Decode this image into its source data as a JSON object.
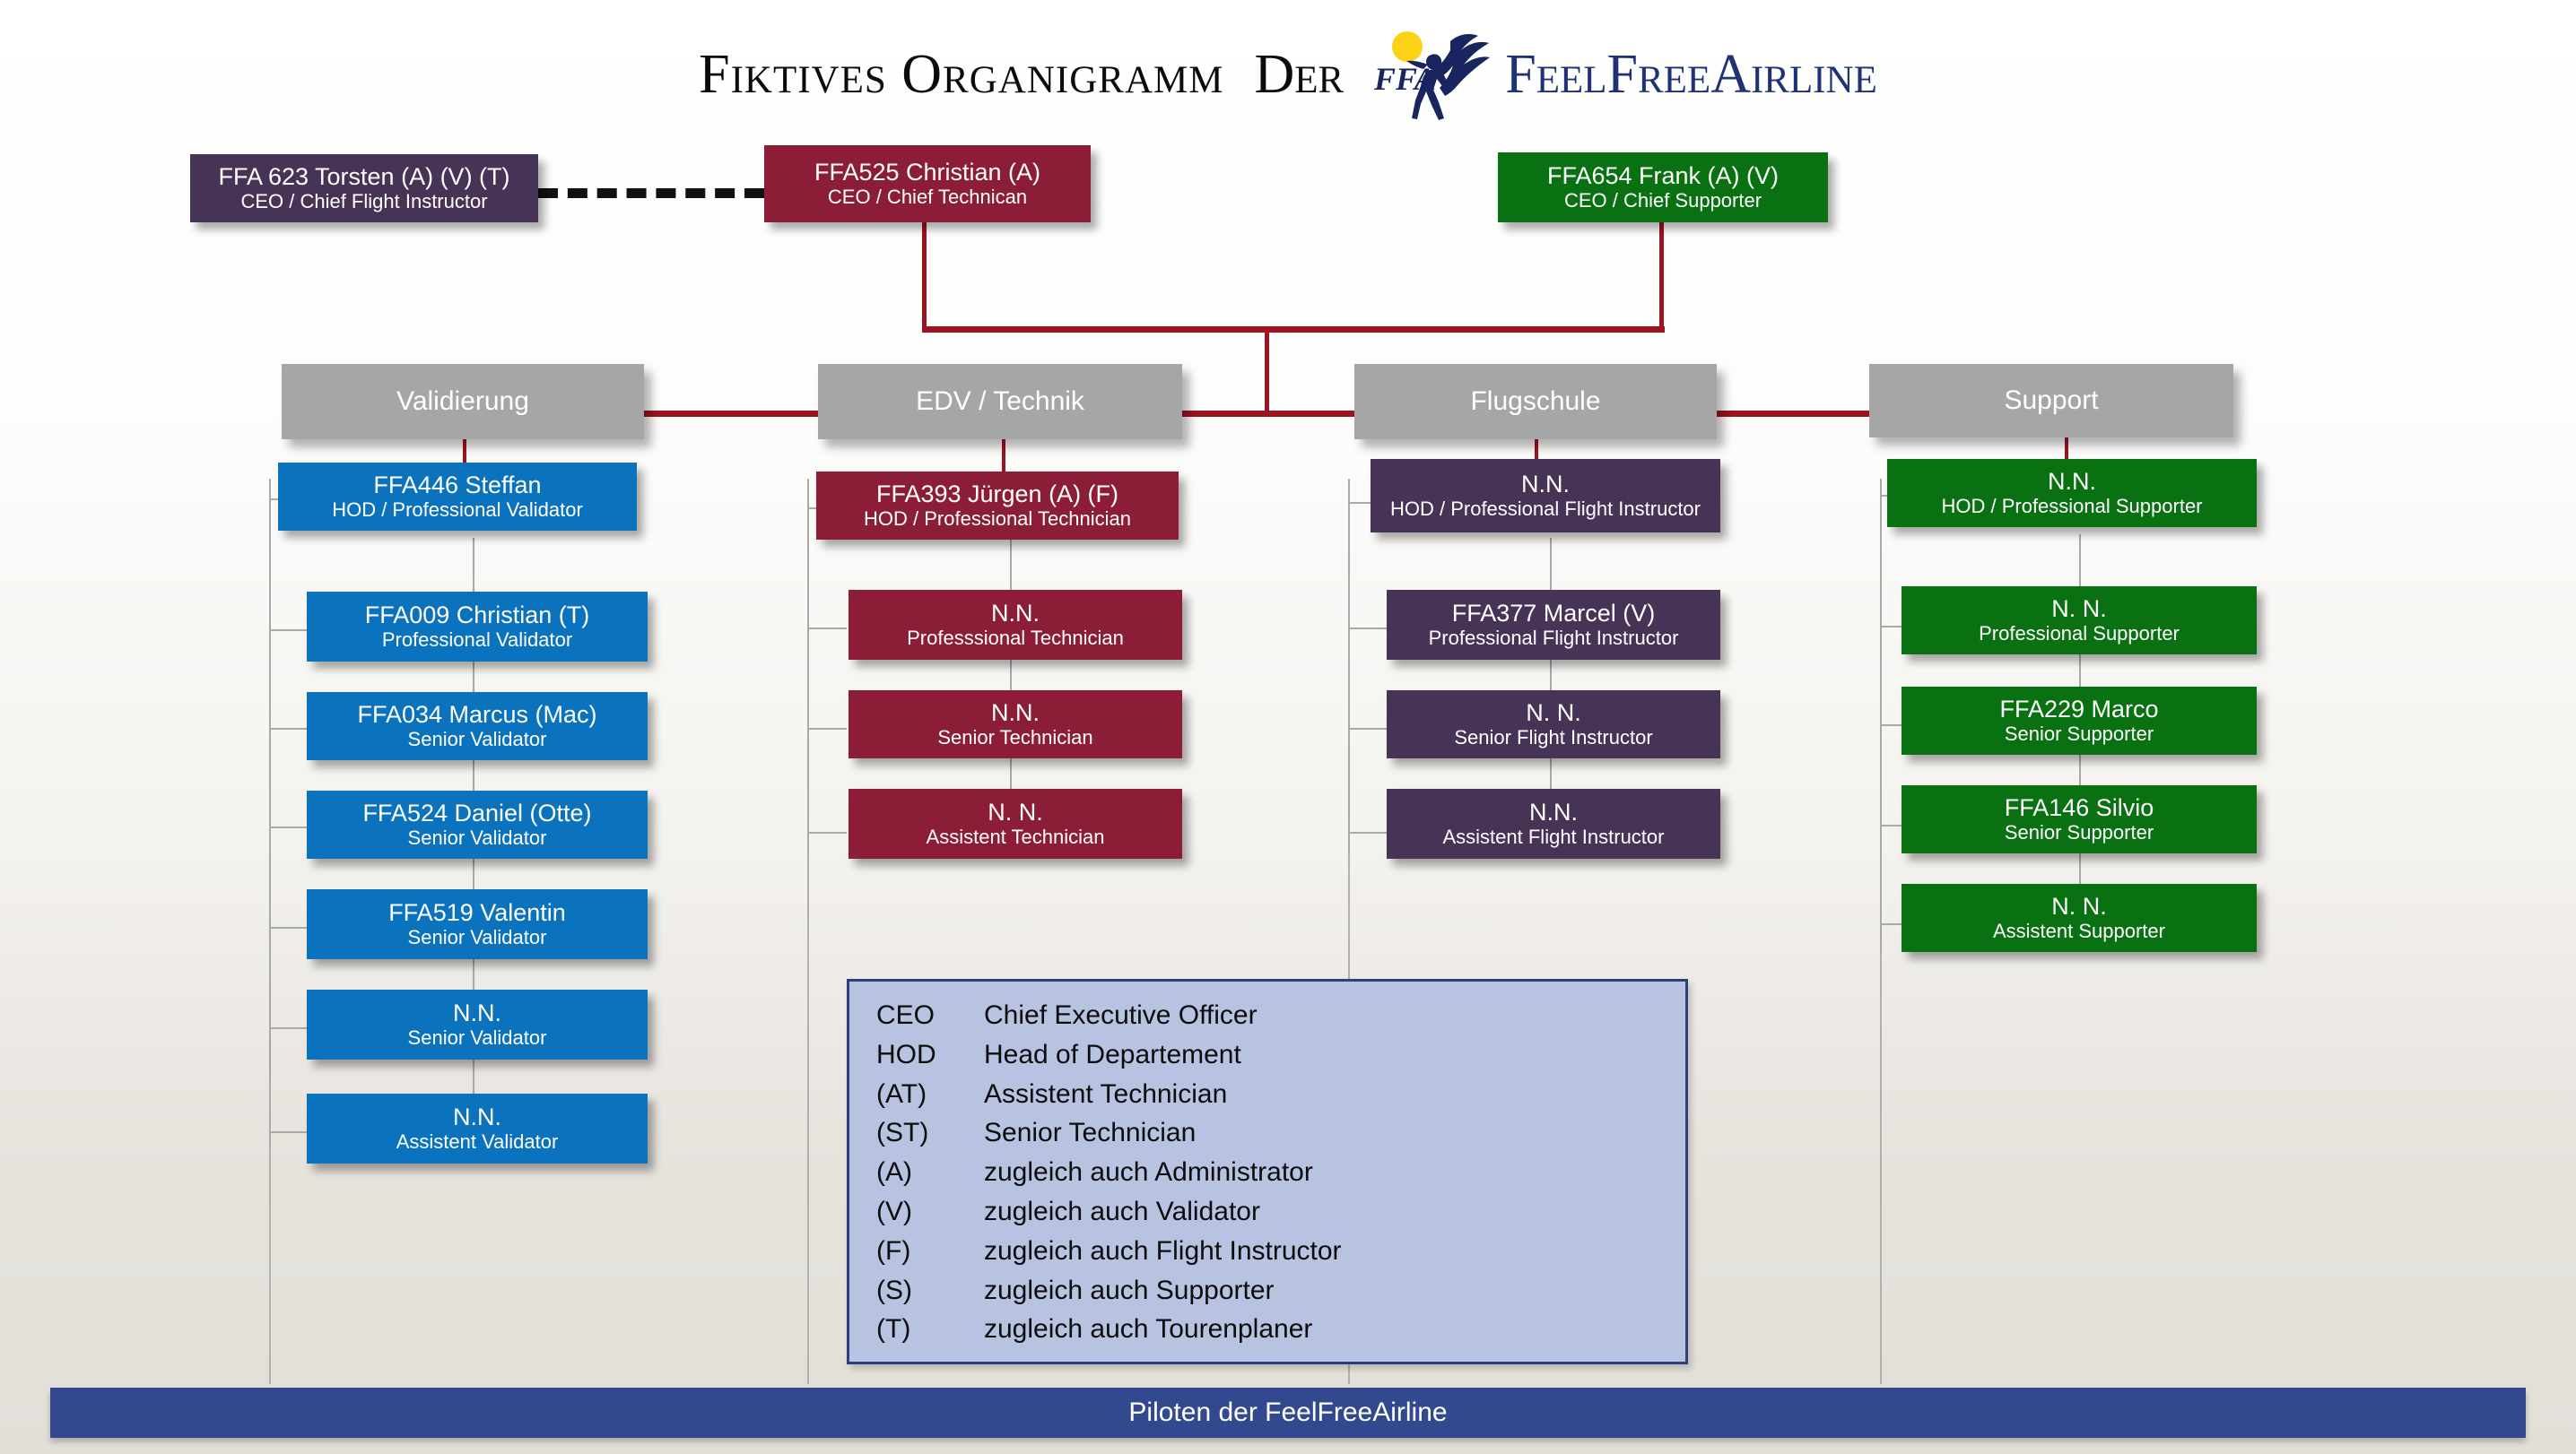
{
  "header": {
    "title_main": "Fiktives Organigramm",
    "title_der": "Der",
    "brand": "FeelFreeAirline",
    "logo_text": "FFA",
    "logo_name": "ffa-winged-figure-logo"
  },
  "colors": {
    "blue": "#0b72bd",
    "dark_red": "#8c1d36",
    "purple": "#473356",
    "green": "#0a7112",
    "gray": "#a6a6a6",
    "connector_red": "#9d1420",
    "legend_bg": "#b7c3e0",
    "legend_border": "#2e3f7a",
    "bottom_bar": "#33498f",
    "brand_navy": "#1f3278",
    "logo_sun": "#fcd116"
  },
  "executives": [
    {
      "name": "FFA 623 Torsten (A) (V) (T)",
      "role": "CEO / Chief Flight Instructor",
      "color": "purple"
    },
    {
      "name": "FFA525 Christian (A)",
      "role": "CEO / Chief Technican",
      "color": "red"
    },
    {
      "name": "FFA654 Frank (A) (V)",
      "role": "CEO / Chief Supporter",
      "color": "green"
    }
  ],
  "departments": [
    {
      "label": "Validierung",
      "color": "blue",
      "members": [
        {
          "name": "FFA446 Steffan",
          "role": "HOD / Professional Validator"
        },
        {
          "name": "FFA009 Christian (T)",
          "role": "Professional Validator"
        },
        {
          "name": "FFA034 Marcus (Mac)",
          "role": "Senior Validator"
        },
        {
          "name": "FFA524 Daniel (Otte)",
          "role": "Senior Validator"
        },
        {
          "name": "FFA519 Valentin",
          "role": "Senior Validator"
        },
        {
          "name": "N.N.",
          "role": "Senior Validator"
        },
        {
          "name": "N.N.",
          "role": "Assistent Validator"
        }
      ]
    },
    {
      "label": "EDV / Technik",
      "color": "red",
      "members": [
        {
          "name": "FFA393 Jürgen (A) (F)",
          "role": "HOD / Professional Technician"
        },
        {
          "name": "N.N.",
          "role": "Professsional Technician"
        },
        {
          "name": "N.N.",
          "role": "Senior Technician"
        },
        {
          "name": "N. N.",
          "role": "Assistent Technician"
        }
      ]
    },
    {
      "label": "Flugschule",
      "color": "purple",
      "members": [
        {
          "name": "N.N.",
          "role": "HOD / Professional Flight Instructor"
        },
        {
          "name": "FFA377 Marcel (V)",
          "role": "Professional Flight Instructor"
        },
        {
          "name": "N. N.",
          "role": "Senior Flight Instructor"
        },
        {
          "name": "N.N.",
          "role": "Assistent Flight Instructor"
        }
      ]
    },
    {
      "label": "Support",
      "color": "green",
      "members": [
        {
          "name": "N.N.",
          "role": "HOD / Professional Supporter"
        },
        {
          "name": "N. N.",
          "role": "Professional Supporter"
        },
        {
          "name": "FFA229 Marco",
          "role": "Senior Supporter"
        },
        {
          "name": "FFA146 Silvio",
          "role": "Senior Supporter"
        },
        {
          "name": "N. N.",
          "role": "Assistent Supporter"
        }
      ]
    }
  ],
  "legend": [
    {
      "abbr": "CEO",
      "desc": "Chief Executive Officer"
    },
    {
      "abbr": "HOD",
      "desc": "Head of Departement"
    },
    {
      "abbr": "(AT)",
      "desc": "Assistent Technician"
    },
    {
      "abbr": "(ST)",
      "desc": " Senior Technician"
    },
    {
      "abbr": "(A)",
      "desc": "zugleich auch Administrator"
    },
    {
      "abbr": "(V)",
      "desc": "zugleich auch Validator"
    },
    {
      "abbr": "(F)",
      "desc": "zugleich auch Flight Instructor"
    },
    {
      "abbr": "(S)",
      "desc": "zugleich auch Supporter"
    },
    {
      "abbr": "(T)",
      "desc": "zugleich auch Tourenplaner"
    }
  ],
  "footer": {
    "label": "Piloten der FeelFreeAirline"
  }
}
